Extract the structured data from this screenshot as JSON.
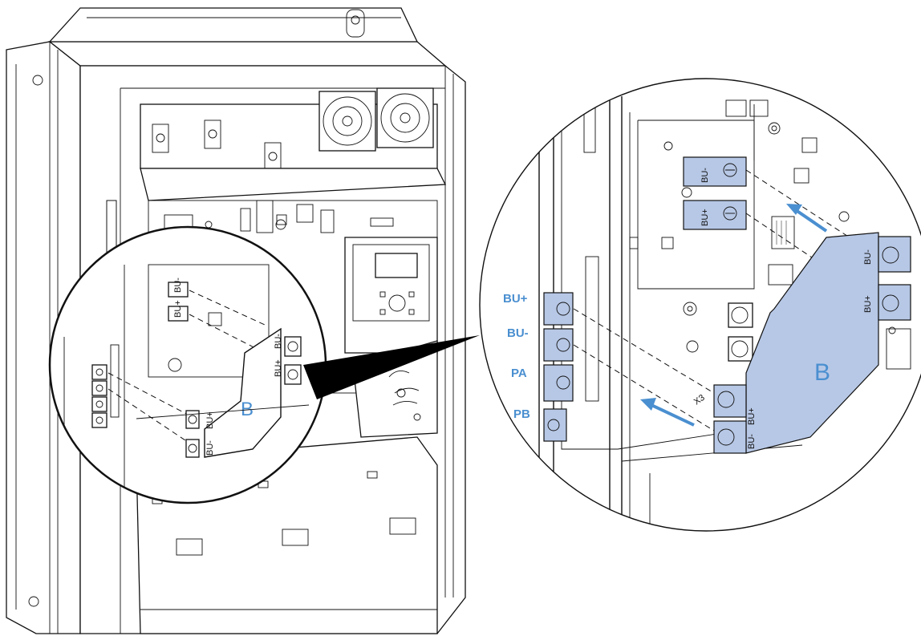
{
  "colors": {
    "accent_blue": "#4a8fd0",
    "busbar_fill": "#b7c8e6",
    "line": "#111111",
    "background": "#ffffff"
  },
  "overview": {
    "busbar_letter": "B",
    "busbar_label_top": "BU-",
    "busbar_label_bottom": "BU+",
    "side_label_top": "BU+",
    "side_label_bottom": "BU-",
    "board_label_top": "BU-",
    "board_label_bottom": "BU+"
  },
  "detail": {
    "busbar_letter": "B",
    "top_terminal_1": "BU-",
    "top_terminal_2": "BU+",
    "busbar_terminal_1": "BU-",
    "busbar_terminal_2": "BU+",
    "lower_terminal_1": "BU+",
    "lower_terminal_2": "BU-",
    "connector_label": "X3",
    "terminals": [
      "BU+",
      "BU-",
      "PA",
      "PB"
    ]
  }
}
